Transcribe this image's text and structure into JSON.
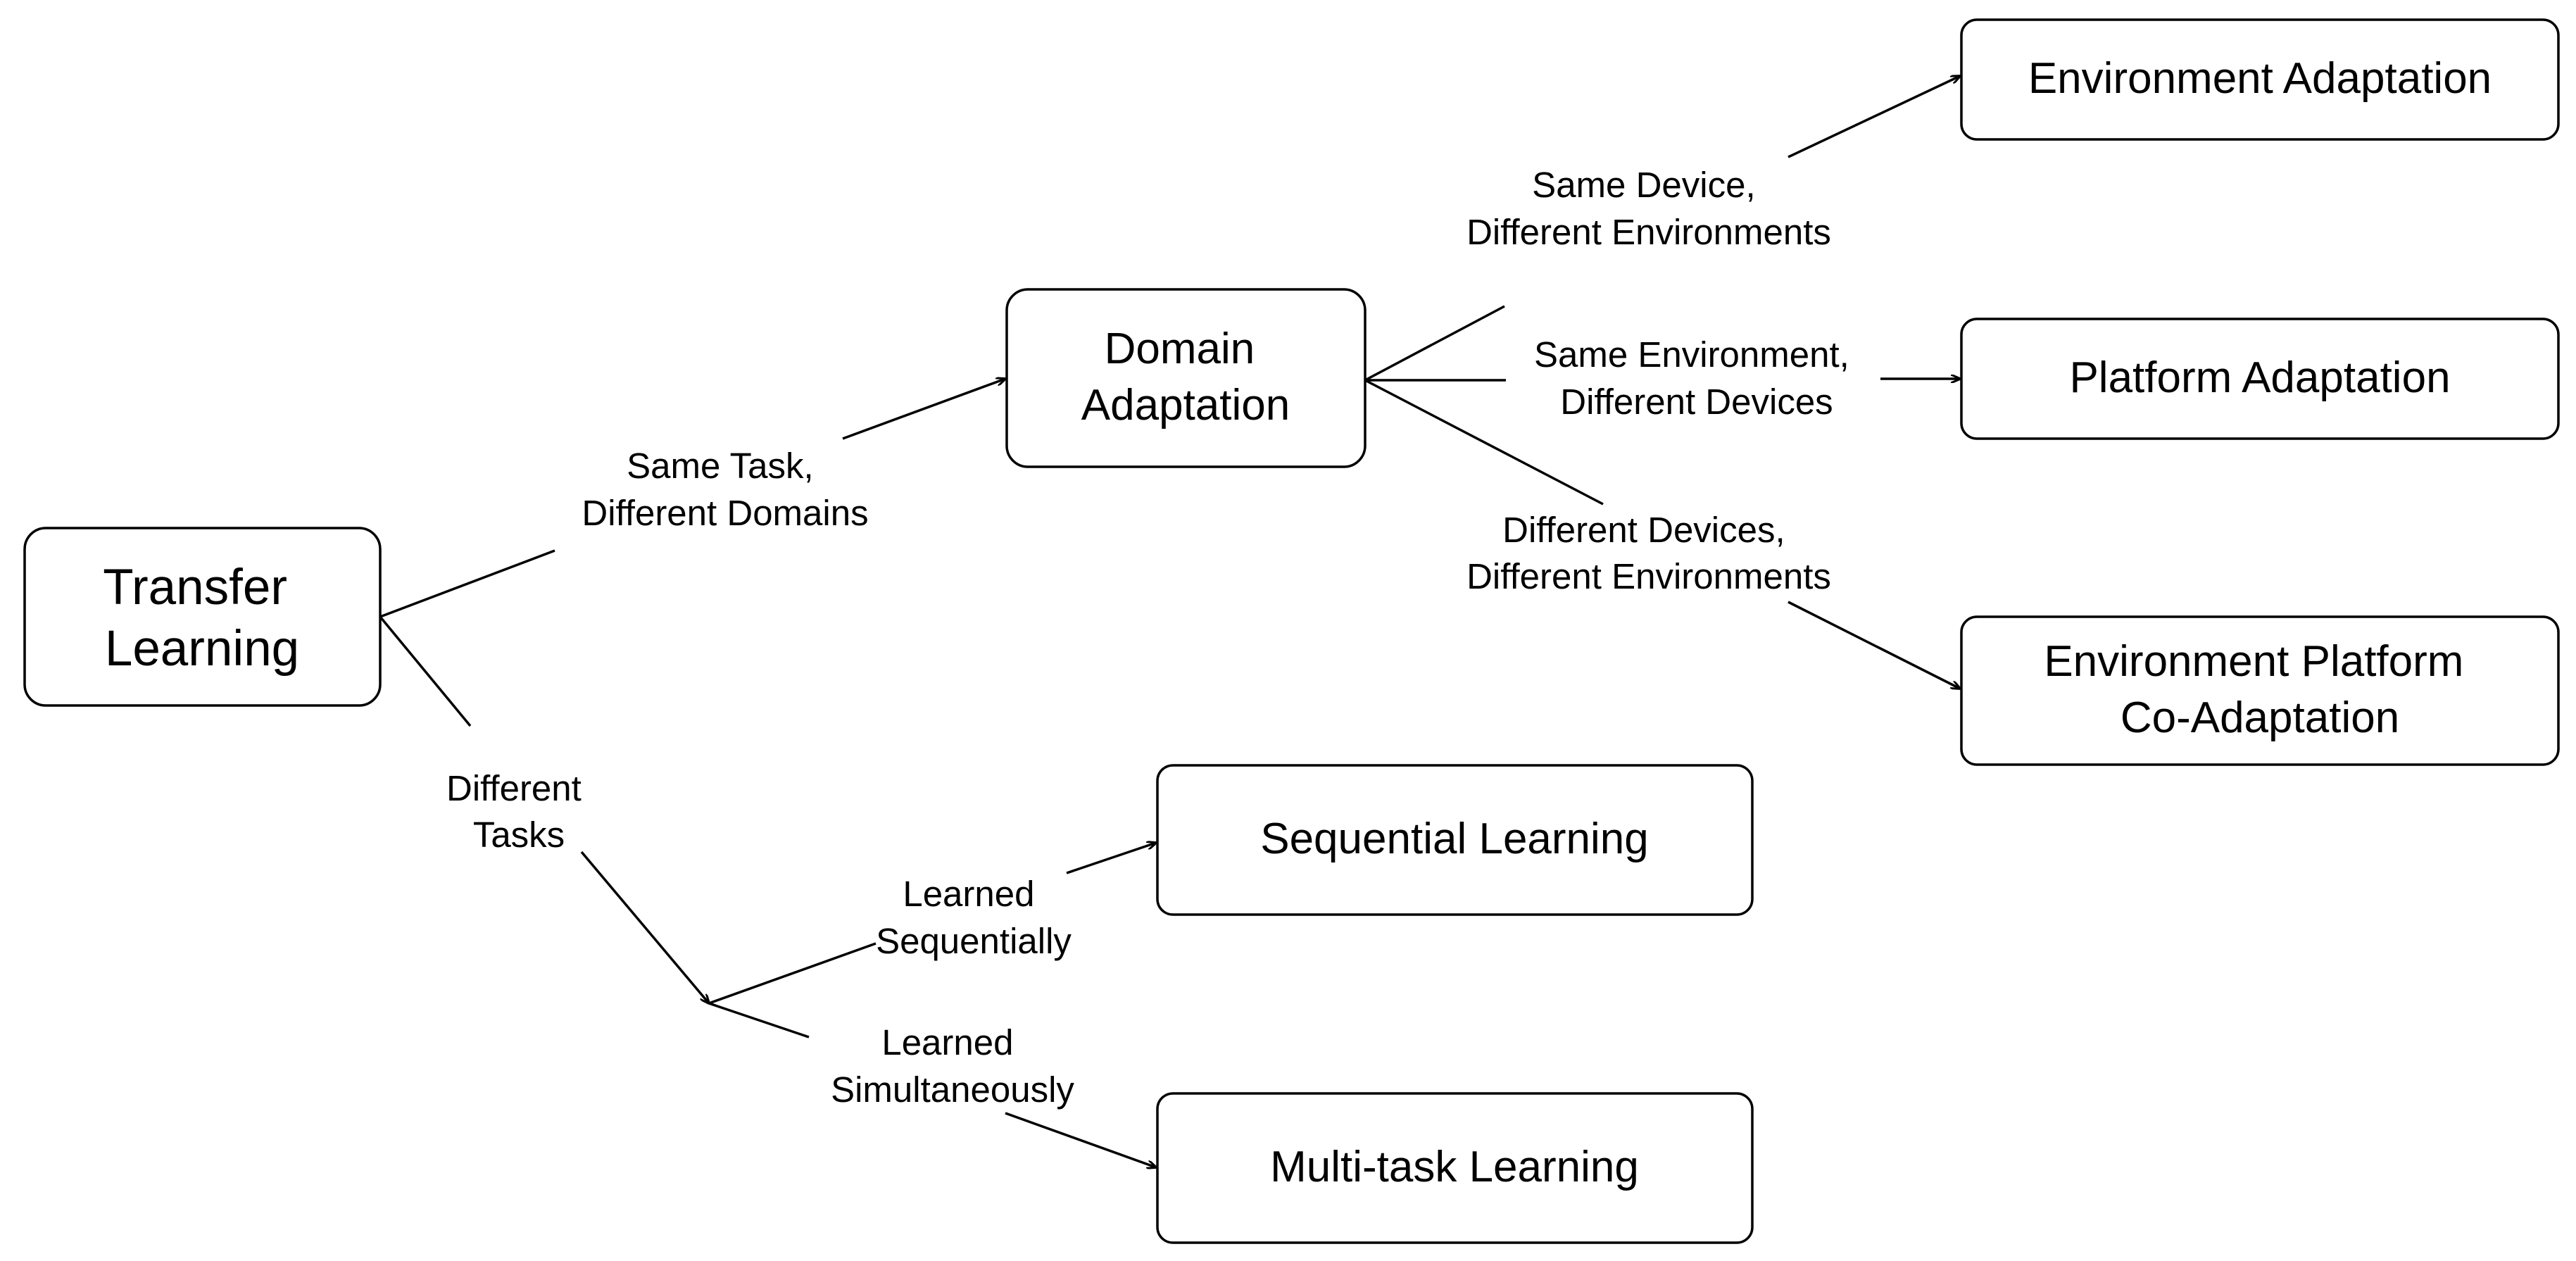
{
  "nodes": {
    "transfer_learning": [
      "Transfer",
      "Learning"
    ],
    "domain_adaptation": [
      "Domain",
      "Adaptation"
    ],
    "environment_adaptation": [
      "Environment Adaptation"
    ],
    "platform_adaptation": [
      "Platform Adaptation"
    ],
    "env_platform_coadaptation": [
      "Environment Platform",
      "Co-Adaptation"
    ],
    "sequential_learning": [
      "Sequential Learning"
    ],
    "multitask_learning": [
      "Multi-task Learning"
    ]
  },
  "edge_labels": {
    "same_task_different_domains": [
      "Same Task,",
      "Different Domains"
    ],
    "different_tasks": [
      "Different",
      "Tasks"
    ],
    "same_device_different_environments": [
      "Same Device,",
      "Different Environments"
    ],
    "same_environment_different_devices": [
      "Same Environment,",
      "Different Devices"
    ],
    "different_devices_different_environments": [
      "Different Devices,",
      "Different Environments"
    ],
    "learned_sequentially": [
      "Learned",
      "Sequentially"
    ],
    "learned_simultaneously": [
      "Learned",
      "Simultaneously"
    ]
  },
  "colors": {
    "stroke": "#000000",
    "box_fill": "#ffffff",
    "background": "#ffffff"
  }
}
